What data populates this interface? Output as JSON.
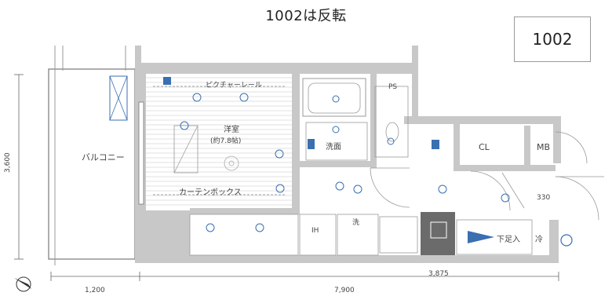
{
  "header": {
    "note": "1002は反転",
    "unit_number": "1002"
  },
  "rooms": {
    "balcony": "バルコニー",
    "western": "洋室",
    "western_size": "(約7.8帖)",
    "picture_rail": "ピクチャーレール",
    "curtain_box": "カーテンボックス",
    "washroom": "洗面",
    "closet": "CL",
    "mb": "MB",
    "ps": "PS",
    "entrance": "下足入",
    "kitchen_ih": "IH",
    "fridge_tag": "冷",
    "washer_tag": "洗"
  },
  "dimensions": {
    "left_vertical": "3,600",
    "bottom_left": "1,200",
    "bottom_mid": "7,900",
    "bottom_right": "3,875",
    "right_small": "330"
  },
  "icons": {
    "compass": "compass-north-icon"
  },
  "colors": {
    "wall": "#c8c8c8",
    "wall_dark": "#9a9a9a",
    "line": "#555555",
    "device": "#3a6fb0",
    "floor_hatch": "#d9d9d9"
  }
}
